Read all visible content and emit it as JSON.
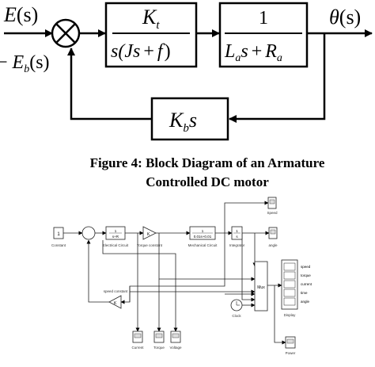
{
  "block_diagram": {
    "input": {
      "main": "E",
      "paren": "(s)"
    },
    "output": {
      "main": "θ",
      "paren": "(s)"
    },
    "feedback_signal": {
      "prefix": "−",
      "main": "E",
      "sub": "b",
      "paren": "(s)"
    },
    "block1": {
      "num_main": "K",
      "num_sub": "t",
      "den_a": "s(",
      "den_J": "Js",
      "den_plus": "+",
      "den_f": "f",
      "den_b": ")"
    },
    "block2": {
      "num": "1",
      "den_L": "L",
      "den_Lsub": "a",
      "den_s": "s",
      "den_plus": "+",
      "den_R": "R",
      "den_Rsub": "a"
    },
    "feedback_block": {
      "main": "K",
      "sub": "b",
      "tail": "s"
    }
  },
  "caption": {
    "line1": "Figure 4: Block Diagram of an Armature",
    "line2": "Controlled DC motor"
  },
  "simulink": {
    "blocks": {
      "constant": {
        "value": "1",
        "label": "Constant"
      },
      "electrical": {
        "num": "1",
        "den": "s+R",
        "label": "Electrical Circuit"
      },
      "torque_const": {
        "value": "K",
        "label": "Torque constant"
      },
      "mechanical": {
        "num": "1",
        "den": "0.01s+0.01",
        "label": "Mechanical Circuit"
      },
      "integrator": {
        "num": "1",
        "den": "s",
        "label": "Integrator"
      },
      "speed_scope": {
        "label": "Speed"
      },
      "angle_scope": {
        "label": "angle"
      },
      "speed_const": {
        "value": "K",
        "label": "speed constant"
      },
      "clock": {
        "label": "Clock"
      },
      "mux": {
        "label": "Mux"
      },
      "display": {
        "label": "Display",
        "rows": [
          "speed",
          "torque",
          "current",
          "time",
          "angle"
        ]
      },
      "current_scope": {
        "label": "Current"
      },
      "torque_scope": {
        "label": "Torque"
      },
      "voltage_scope": {
        "label": "Voltage"
      },
      "power_scope": {
        "label": "Power"
      }
    }
  }
}
